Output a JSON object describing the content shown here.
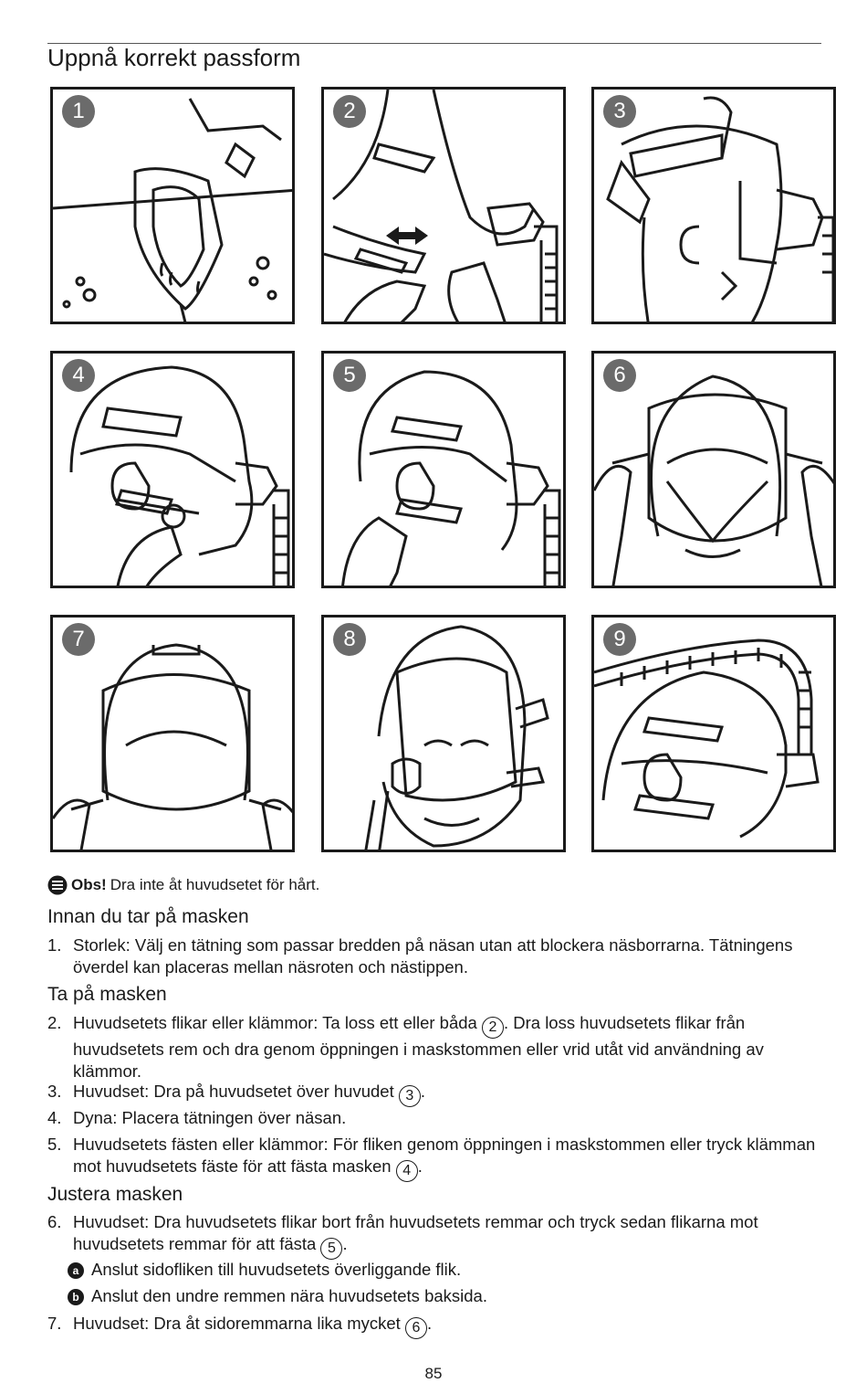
{
  "title": "Uppnå korrekt passform",
  "steps": [
    {
      "number": "1",
      "icon": "mask-rinse-illustration"
    },
    {
      "number": "2",
      "icon": "headgear-clip-detach-illustration"
    },
    {
      "number": "3",
      "icon": "headgear-over-head-illustration"
    },
    {
      "number": "4",
      "icon": "clip-attach-illustration"
    },
    {
      "number": "5",
      "icon": "tab-fasten-illustration"
    },
    {
      "number": "6",
      "icon": "top-strap-adjust-illustration"
    },
    {
      "number": "7",
      "icon": "lower-strap-adjust-illustration"
    },
    {
      "number": "8",
      "icon": "front-fit-illustration"
    },
    {
      "number": "9",
      "icon": "tube-connected-illustration"
    }
  ],
  "note": {
    "label": "Obs!",
    "text": "Dra inte åt huvudsetet för hårt.",
    "icon": "note-icon"
  },
  "section_before": "Innan du tar på masken",
  "item1": {
    "num": "1.",
    "text": "Storlek: Välj en tätning som passar bredden på näsan utan att blockera näsborrarna. Tätningens överdel kan placeras mellan näsroten och nästippen."
  },
  "section_put_on": "Ta på masken",
  "item2": {
    "num": "2.",
    "text_a": "Huvudsetets flikar eller klämmor: Ta loss ett eller båda",
    "ref": "2",
    "text_b": ". Dra loss huvudsetets flikar från huvudsetets rem och dra genom öppningen i maskstommen eller vrid utåt vid användning av klämmor."
  },
  "item3": {
    "num": "3.",
    "text_a": "Huvudset: Dra på huvudsetet över huvudet",
    "ref": "3",
    "text_b": "."
  },
  "item4": {
    "num": "4.",
    "text": "Dyna: Placera tätningen över näsan."
  },
  "item5": {
    "num": "5.",
    "text_a": "Huvudsetets fästen eller klämmor: För fliken genom öppningen i maskstommen eller tryck klämman mot huvudsetets fäste för att fästa masken",
    "ref": "4",
    "text_b": "."
  },
  "section_adjust": "Justera masken",
  "item6": {
    "num": "6.",
    "text_a": "Huvudset: Dra huvudsetets flikar bort från huvudsetets remmar och tryck sedan flikarna mot huvudsetets remmar för att fästa",
    "ref": "5",
    "text_b": "."
  },
  "sub_a": {
    "marker": "a",
    "text": "Anslut sidofliken till huvudsetets överliggande flik."
  },
  "sub_b": {
    "marker": "b",
    "text": "Anslut den undre remmen nära huvudsetets baksida."
  },
  "item7": {
    "num": "7.",
    "text_a": "Huvudset: Dra åt sidoremmarna lika mycket",
    "ref": "6",
    "text_b": "."
  },
  "page_number": "85"
}
